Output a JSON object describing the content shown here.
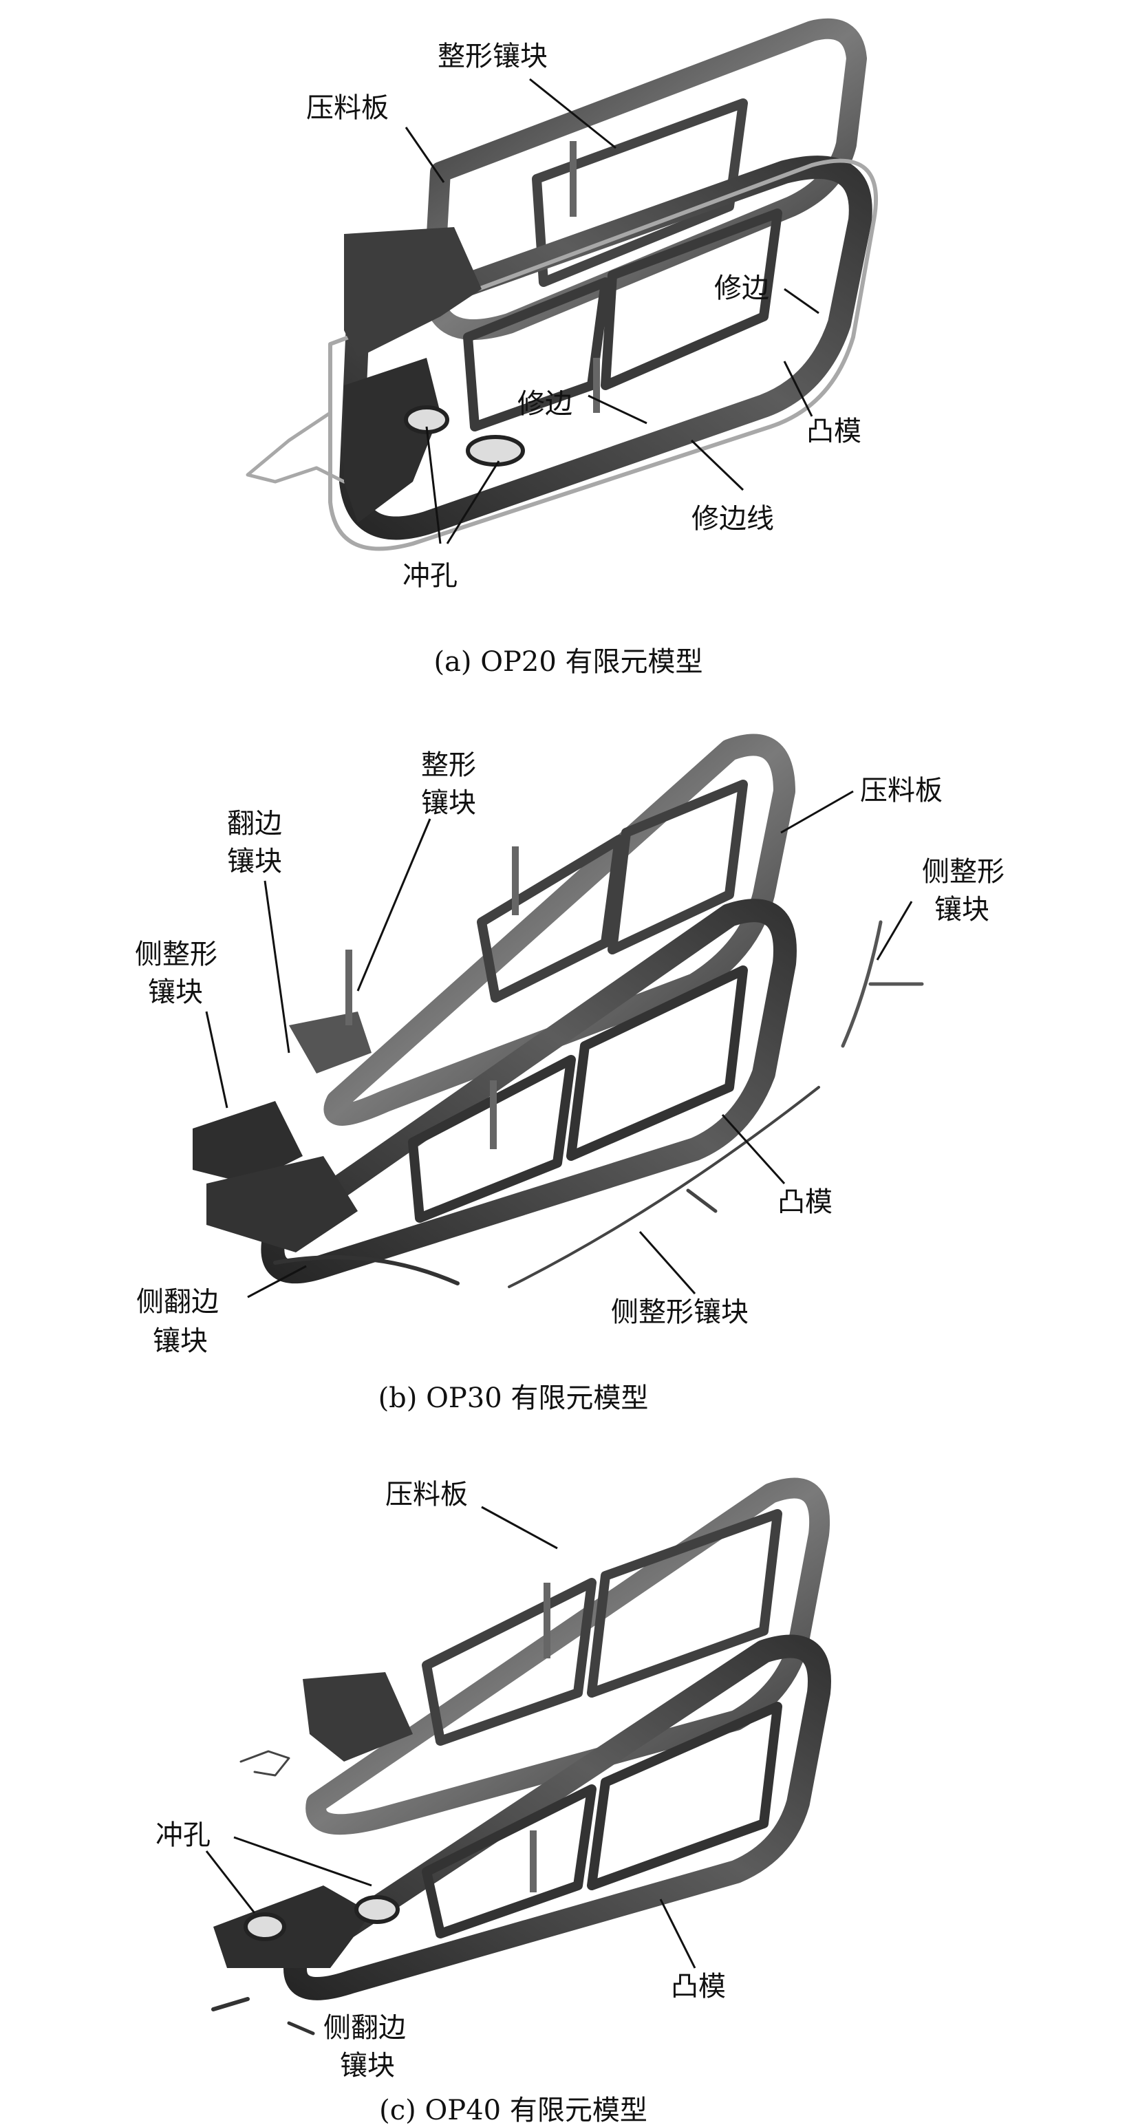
{
  "panels": [
    {
      "id": "a",
      "caption": "(a) OP20 有限元模型",
      "labels": {
        "shaping_insert": "整形镶块",
        "pressure_plate": "压料板",
        "trim_right": "修边",
        "trim_left": "修边",
        "punch": "凸模",
        "trim_line": "修边线",
        "piercing": "冲孔"
      }
    },
    {
      "id": "b",
      "caption": "(b) OP30 有限元模型",
      "labels": {
        "shaping_insert_l1": "整形",
        "shaping_insert_l2": "镶块",
        "flanging_insert_l1": "翻边",
        "flanging_insert_l2": "镶块",
        "side_shaping_left_l1": "侧整形",
        "side_shaping_left_l2": "镶块",
        "pressure_plate": "压料板",
        "side_shaping_right_l1": "侧整形",
        "side_shaping_right_l2": "镶块",
        "punch": "凸模",
        "side_shaping_bottom": "侧整形镶块",
        "side_flanging_l1": "侧翻边",
        "side_flanging_l2": "镶块"
      }
    },
    {
      "id": "c",
      "caption": "(c) OP40 有限元模型",
      "labels": {
        "pressure_plate": "压料板",
        "piercing": "冲孔",
        "punch": "凸模",
        "side_flanging_l1": "侧翻边",
        "side_flanging_l2": "镶块"
      }
    }
  ],
  "colors": {
    "part_dark": "#3a3a3a",
    "part_mid": "#6e6e6e",
    "trim_line": "#a8a8a8",
    "text": "#111111"
  }
}
